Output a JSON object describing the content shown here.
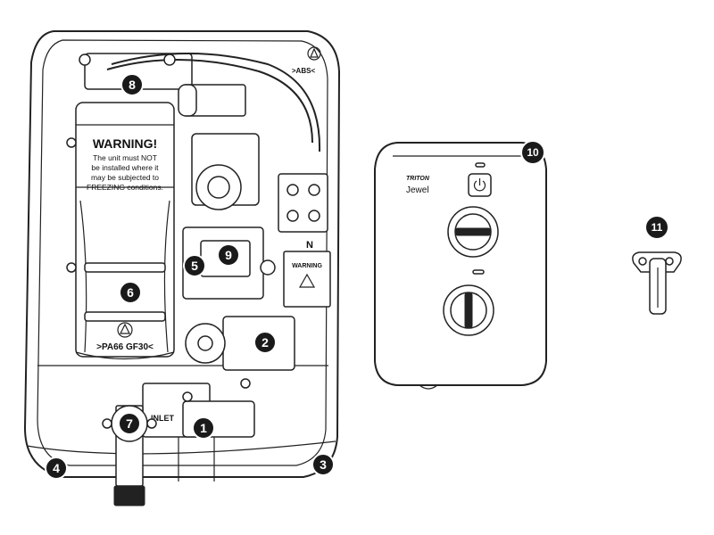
{
  "warning_label": {
    "title": "WARNING!",
    "lines": [
      "The unit must NOT",
      "be installed where it",
      "may be subjected to",
      "FREEZING conditions."
    ]
  },
  "material_marks": {
    "top_right": ">ABS<",
    "heater_can": ">PA66 GF30<"
  },
  "terminal_label": "N",
  "warning_plate": "WARNING",
  "inlet_label": "INLET",
  "brand": {
    "maker": "TRITON",
    "model": "Jewel"
  },
  "callouts": [
    "1",
    "2",
    "3",
    "4",
    "5",
    "6",
    "7",
    "8",
    "9",
    "10",
    "11"
  ]
}
